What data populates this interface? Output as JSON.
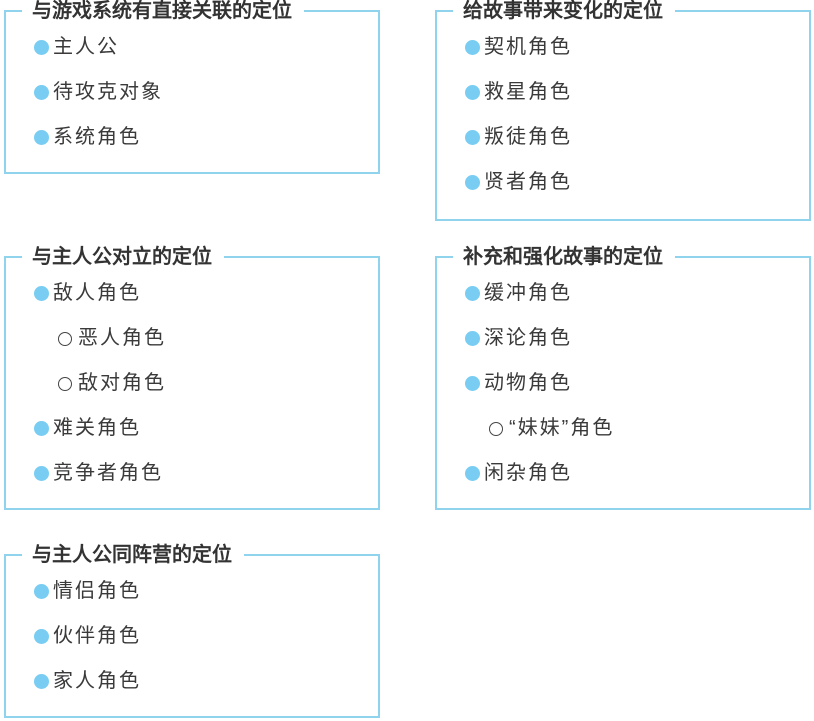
{
  "colors": {
    "border": "#8fd3ec",
    "bullet": "#79cdf2",
    "text": "#333333"
  },
  "boxes": [
    {
      "title": "与游戏系统有直接关联的定位",
      "items": [
        {
          "label": "主人公",
          "level": 1
        },
        {
          "label": "待攻克对象",
          "level": 1
        },
        {
          "label": "系统角色",
          "level": 1
        }
      ]
    },
    {
      "title": "给故事带来变化的定位",
      "items": [
        {
          "label": "契机角色",
          "level": 1
        },
        {
          "label": "救星角色",
          "level": 1
        },
        {
          "label": "叛徒角色",
          "level": 1
        },
        {
          "label": "贤者角色",
          "level": 1
        }
      ]
    },
    {
      "title": "与主人公对立的定位",
      "items": [
        {
          "label": "敌人角色",
          "level": 1
        },
        {
          "label": "恶人角色",
          "level": 2
        },
        {
          "label": "敌对角色",
          "level": 2
        },
        {
          "label": "难关角色",
          "level": 1
        },
        {
          "label": "竞争者角色",
          "level": 1
        }
      ]
    },
    {
      "title": "补充和强化故事的定位",
      "items": [
        {
          "label": "缓冲角色",
          "level": 1
        },
        {
          "label": "深论角色",
          "level": 1
        },
        {
          "label": "动物角色",
          "level": 1
        },
        {
          "label": "“妹妹”角色",
          "level": 2
        },
        {
          "label": "闲杂角色",
          "level": 1
        }
      ]
    },
    {
      "title": "与主人公同阵营的定位",
      "items": [
        {
          "label": "情侣角色",
          "level": 1
        },
        {
          "label": "伙伴角色",
          "level": 1
        },
        {
          "label": "家人角色",
          "level": 1
        }
      ]
    }
  ]
}
